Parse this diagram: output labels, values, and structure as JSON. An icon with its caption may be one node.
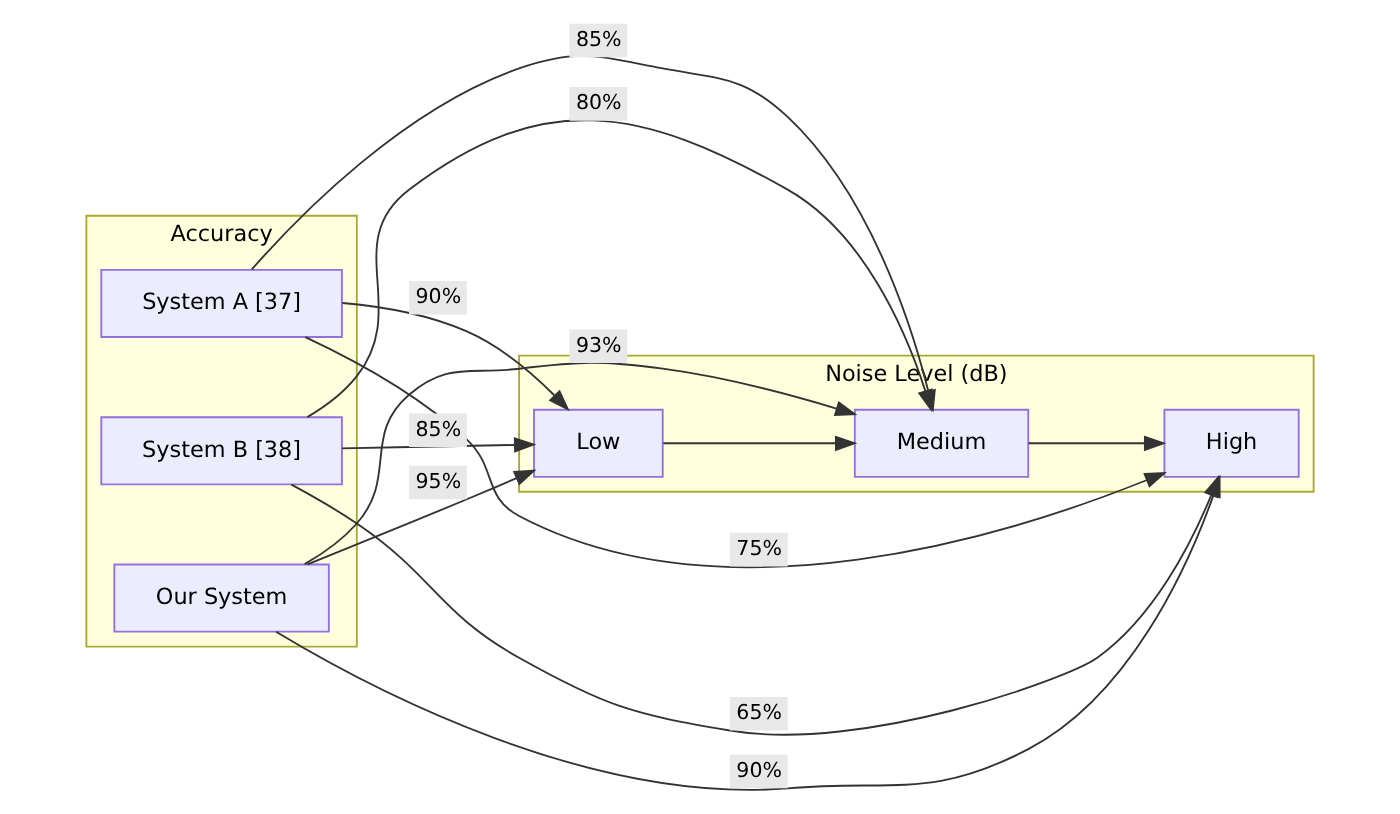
{
  "diagram": {
    "nodes": [
      {
        "text": [
          "Accuracy"
        ]
      },
      {
        "text": [
          "Our System"
        ],
        "in": 0
      },
      {
        "text": [
          "System A [37]"
        ],
        "in": 0
      },
      {
        "text": [
          "System B [38]"
        ],
        "in": 0
      },
      {
        "text": [
          "Noise Level (dB)"
        ]
      },
      {
        "text": [
          "Low"
        ],
        "in": 4
      },
      {
        "text": [
          "Medium"
        ],
        "in": 4
      },
      {
        "text": [
          "High"
        ],
        "in": 4
      }
    ],
    "edges": [
      {
        "from": 1,
        "to": 5,
        "arrow": "to",
        "label": "95%"
      },
      {
        "from": 1,
        "to": 6,
        "arrow": "to",
        "label": "93%"
      },
      {
        "from": 1,
        "to": 7,
        "arrow": "to",
        "label": "90%"
      },
      {
        "from": 2,
        "to": 5,
        "arrow": "to",
        "label": "90%"
      },
      {
        "from": 2,
        "to": 6,
        "arrow": "to",
        "label": "85%"
      },
      {
        "from": 2,
        "to": 7,
        "arrow": "to",
        "label": "75%"
      },
      {
        "from": 3,
        "to": 5,
        "arrow": "to",
        "label": "85%"
      },
      {
        "from": 3,
        "to": 6,
        "arrow": "to",
        "label": "80%"
      },
      {
        "from": 3,
        "to": 7,
        "arrow": "to",
        "label": "65%"
      },
      {
        "from": 5,
        "to": 6,
        "arrow": "to"
      },
      {
        "from": 6,
        "to": 7,
        "arrow": "to"
      }
    ]
  }
}
